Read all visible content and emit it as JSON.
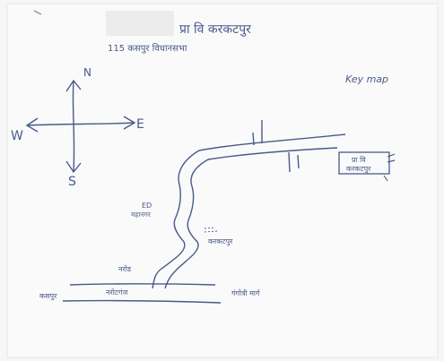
{
  "title": "प्रा वि करकटपुर",
  "subtitle": "115 कसपुर विधानसभा",
  "key_map_label": "Key map",
  "compass": {
    "north": "N",
    "south": "S",
    "east": "E",
    "west": "W"
  },
  "school_box_label_1": "प्रा वि",
  "school_box_label_2": "करकटपुर",
  "place_labels": {
    "label_left_upper_1": "ED",
    "label_left_upper_2": "महानगर",
    "label_right_mid": "करकटपुर",
    "label_left_lower": "नरोड",
    "road_left": "कसपुर",
    "road_middle": "नरोटगंज",
    "road_right": "गंगोत्री मार्ग"
  },
  "colors": {
    "background": "#f6f6f6",
    "ink": "#4a5a8a",
    "redaction": "#efefef"
  }
}
